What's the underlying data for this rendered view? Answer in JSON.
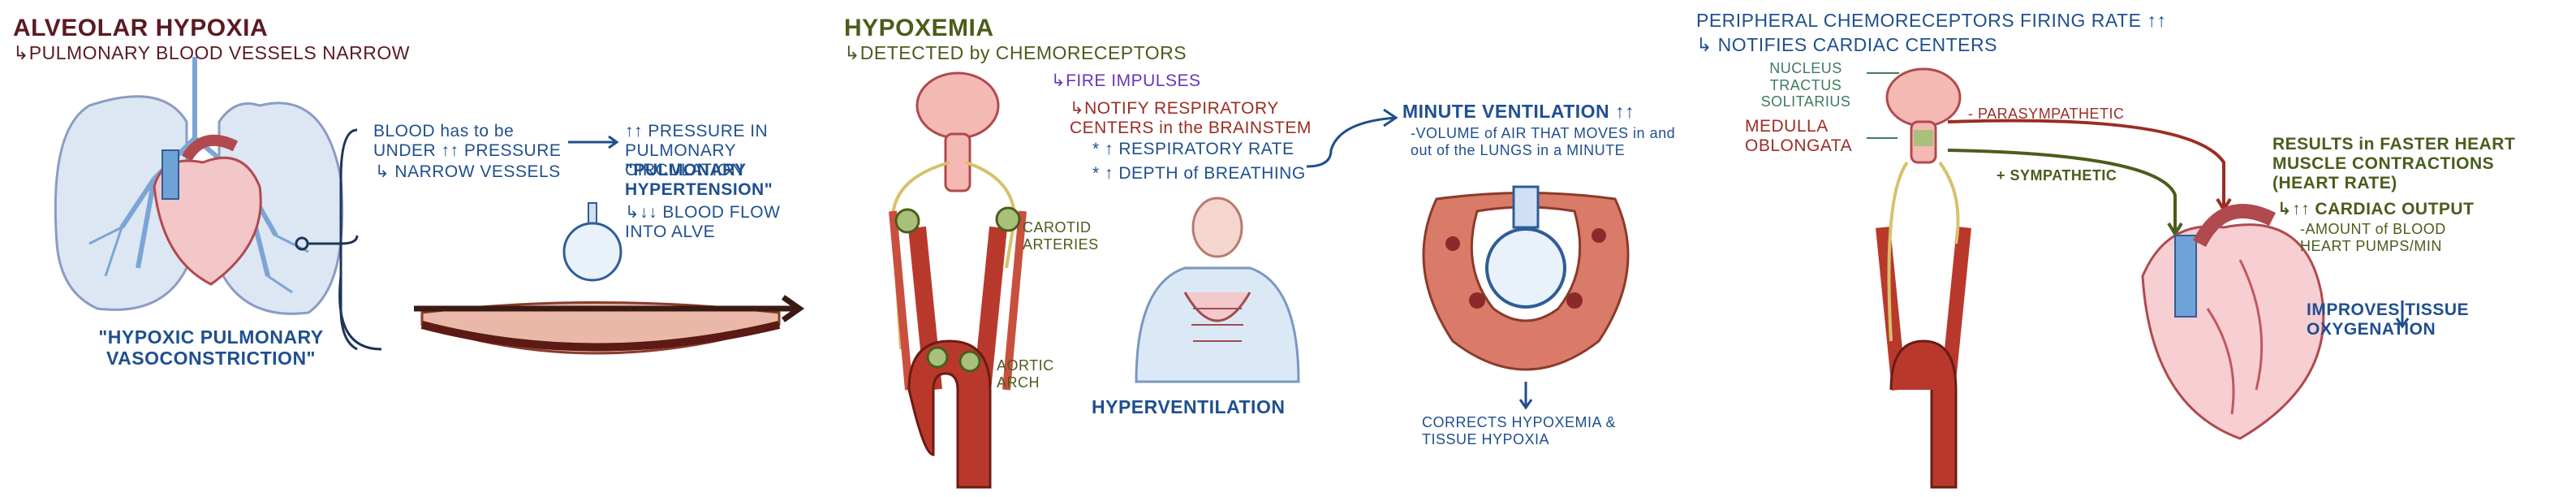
{
  "panel1": {
    "title": "ALVEOLAR HYPOXIA",
    "subtitle": "↳PULMONARY BLOOD VESSELS NARROW",
    "note1": "BLOOD has to be UNDER ↑↑ PRESSURE",
    "note1b": "↳ NARROW VESSELS",
    "note2": "↑↑ PRESSURE IN PULMONARY CIRCULATION",
    "note3": "\"PULMONARY HYPERTENSION\"",
    "note4": "↳↓↓ BLOOD FLOW INTO ALVE",
    "caption": "\"HYPOXIC PULMONARY VASOCONSTRICTION\""
  },
  "panel2": {
    "title": "HYPOXEMIA",
    "subtitle": "↳DETECTED by CHEMORECEPTORS",
    "fire": "↳FIRE IMPULSES",
    "notify": "↳NOTIFY RESPIRATORY CENTERS in the BRAINSTEM",
    "rate": "* ↑ RESPIRATORY RATE",
    "depth": "* ↑ DEPTH of BREATHING",
    "carotid": "CAROTID ARTERIES",
    "aortic": "AORTIC ARCH",
    "hyperventilation": "HYPERVENTILATION",
    "minute": "MINUTE VENTILATION ↑↑",
    "minute_desc": "-VOLUME of AIR THAT MOVES in and out of the LUNGS in a MINUTE",
    "corrects": "CORRECTS HYPOXEMIA & TISSUE HYPOXIA"
  },
  "panel3": {
    "title": "PERIPHERAL CHEMORECEPTORS FIRING RATE ↑↑",
    "subtitle": "↳ NOTIFIES CARDIAC CENTERS",
    "nts": "NUCLEUS TRACTUS SOLITARIUS",
    "medulla": "MEDULLA OBLONGATA",
    "para": "- PARASYMPATHETIC",
    "symp": "+ SYMPATHETIC",
    "results": "RESULTS in FASTER HEART MUSCLE CONTRACTIONS (HEART RATE)",
    "output": "↳↑↑ CARDIAC OUTPUT",
    "output_desc": "-AMOUNT of BLOOD HEART PUMPS/MIN",
    "improves": "IMPROVES TISSUE OXYGENATION"
  }
}
